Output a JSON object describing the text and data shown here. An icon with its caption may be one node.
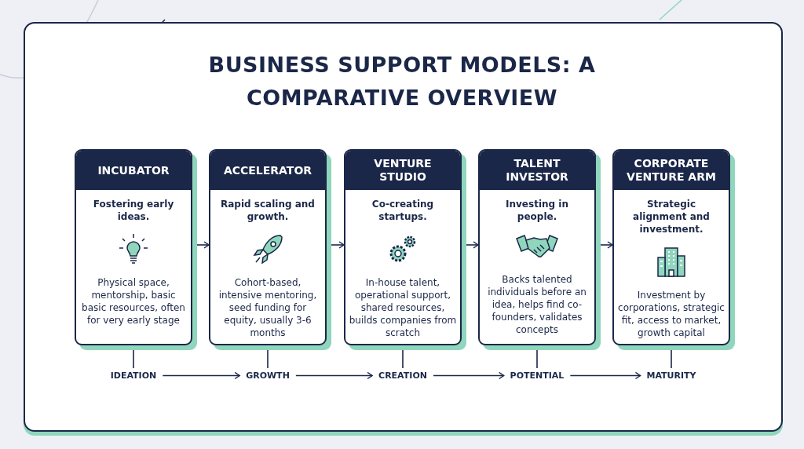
{
  "diagram": {
    "title": "BUSINESS SUPPORT MODELS: A COMPARATIVE OVERVIEW",
    "nodes": [
      {
        "text": [
          "INCUBATOR",
          "Fostering early ideas.",
          "Physical space, mentorship, basic basic resources, often for very early stage"
        ]
      },
      {
        "text": [
          "ACCELERATOR",
          "Rapid scaling and growth.",
          "Cohort-based, intensive mentoring, seed funding for equity, usually 3-6 months"
        ]
      },
      {
        "text": [
          "VENTURE STUDIO",
          "Co-creating startups.",
          "In-house talent, operational support, shared resources, builds companies from scratch"
        ]
      },
      {
        "text": [
          "TALENT INVESTOR",
          "Investing in people.",
          "Backs talented individuals before an idea, helps find co-founders, validates concepts"
        ]
      },
      {
        "text": [
          "CORPORATE VENTURE ARM",
          "Strategic alignment and investment.",
          "Investment by corporations, strategic fit, access to market, growth capital"
        ]
      },
      {
        "text": [
          "IDEATION"
        ]
      },
      {
        "text": [
          "GROWTH"
        ]
      },
      {
        "text": [
          "CREATION"
        ]
      },
      {
        "text": [
          "POTENTIAL"
        ]
      },
      {
        "text": [
          "MATURITY"
        ]
      }
    ],
    "edges": [
      {
        "from": 0,
        "to": 1,
        "arrow": "to"
      },
      {
        "from": 1,
        "to": 2,
        "arrow": "to"
      },
      {
        "from": 2,
        "to": 3,
        "arrow": "to"
      },
      {
        "from": 3,
        "to": 4,
        "arrow": "to"
      },
      {
        "from": 0,
        "to": 5,
        "arrow": "none"
      },
      {
        "from": 1,
        "to": 6,
        "arrow": "none"
      },
      {
        "from": 2,
        "to": 7,
        "arrow": "none"
      },
      {
        "from": 3,
        "to": 8,
        "arrow": "none"
      },
      {
        "from": 4,
        "to": 9,
        "arrow": "none"
      },
      {
        "from": 5,
        "to": 6,
        "arrow": "to"
      },
      {
        "from": 6,
        "to": 7,
        "arrow": "to"
      },
      {
        "from": 7,
        "to": 8,
        "arrow": "to"
      },
      {
        "from": 8,
        "to": 9,
        "arrow": "to"
      }
    ]
  }
}
